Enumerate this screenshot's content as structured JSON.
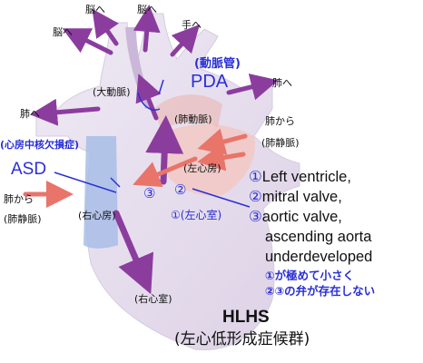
{
  "labels": {
    "to_brain_1": "脳へ",
    "to_brain_2": "脳へ",
    "to_brain_3": "脳へ",
    "to_hand": "手へ",
    "pda_jp": "(動脈管)",
    "pda": "PDA",
    "aorta": "(大動脈)",
    "to_lung_left": "肺へ",
    "to_lung_right": "肺へ",
    "pulmonary_artery": "(肺動脈)",
    "from_lung_right": "肺から",
    "pulm_vein_right": "(肺静脈)",
    "asd_jp": "(心房中核欠損症)",
    "asd": "ASD",
    "left_atrium": "(左心房)",
    "from_lung_left": "肺から",
    "pulm_vein_left": "(肺静脈)",
    "right_atrium": "(右心房)",
    "left_ventricle": "①(左心室)",
    "right_ventricle": "(右心室)",
    "marker_2": "②",
    "marker_3": "③"
  },
  "notes": {
    "n1_num": "①",
    "n1_text": "Left ventricle,",
    "n2_num": "②",
    "n2_text": "mitral valve,",
    "n3_num": "③",
    "n3_text": "aortic valve,",
    "n4_text": "ascending aorta",
    "n5_text": "underdeveloped",
    "jp1": "①が極めて小さく",
    "jp2": "②③の弁が存在しない"
  },
  "title": {
    "main": "HLHS",
    "sub": "(左心低形成症候群)"
  },
  "colors": {
    "arrow_purple": "#8b3d9e",
    "arrow_pink": "#e8746a",
    "label_blue": "#2a2fd6",
    "heart_lavender": "#e4dced",
    "venous_blue": "#a8bde6"
  }
}
